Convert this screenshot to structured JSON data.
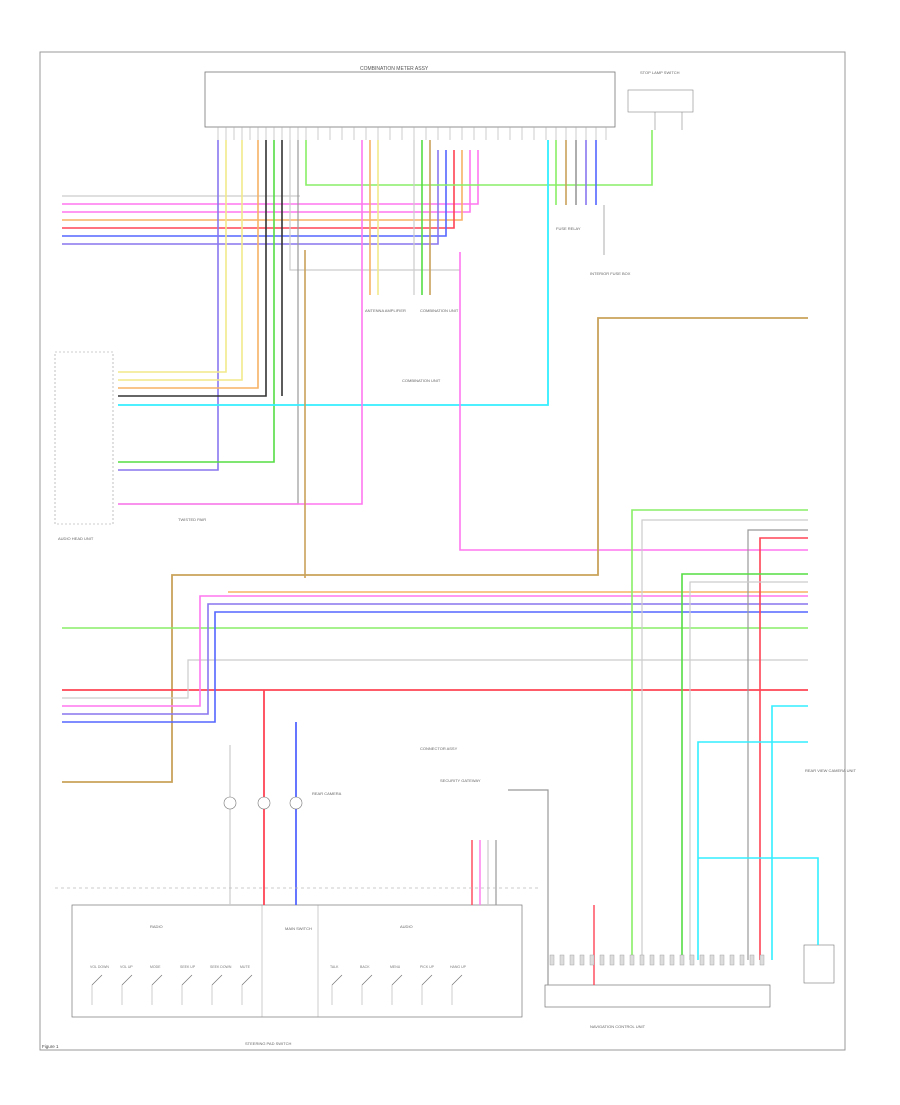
{
  "diagram": {
    "units": {
      "combination_meter": "COMBINATION METER ASSY",
      "stop_lamp_switch": "STOP LAMP SWITCH",
      "audio_head_unit": "AUDIO HEAD UNIT",
      "steering_pad_switch": "STEERING PAD SWITCH",
      "navigation_control_unit": "NAVIGATION CONTROL UNIT",
      "security_gateway": "SECURITY GATEWAY",
      "rear_camera": "REAR CAMERA",
      "rear_view_camera_unit": "REAR VIEW CAMERA UNIT",
      "connector_assembly": "CONNECTOR ASSY",
      "interior_fuse_box": "INTERIOR FUSE BOX",
      "antenna_amplifier": "ANTENNA AMPLIFIER",
      "combination_unit_a": "COMBINATION UNIT",
      "combination_unit_b": "COMBINATION UNIT",
      "fuse_relay": "FUSE RELAY",
      "twisted_pair": "TWISTED PAIR",
      "radio_unit": "RADIO",
      "audio_unit": "AUDIO",
      "main_switch": "MAIN SWITCH"
    },
    "switch_labels": [
      "VOL DOWN",
      "VOL UP",
      "MODE",
      "SEEK UP",
      "SEEK DOWN",
      "MUTE",
      "TALK",
      "BACK",
      "MENU",
      "PICK UP",
      "HANG UP"
    ],
    "wire_colors": {
      "violet": "#8877ee",
      "yellow": "#f2e98a",
      "green": "#55dd44",
      "black": "#333333",
      "gray": "#999999",
      "pink": "#ff77ee",
      "orange": "#f7b265",
      "red": "#ff4455",
      "blue": "#5566ff",
      "cyan": "#33eeff",
      "lightgreen": "#88ee66",
      "tan": "#c9a25a",
      "lightgray": "#cccccc"
    },
    "footer": "Figure 1"
  }
}
